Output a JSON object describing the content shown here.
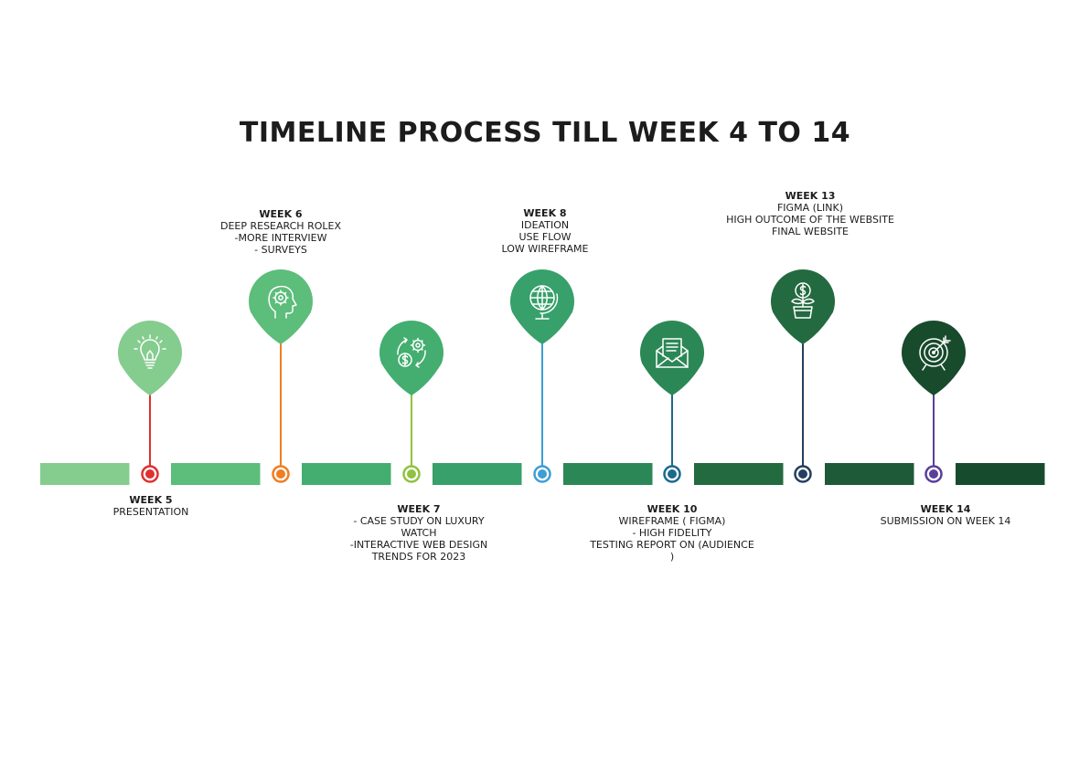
{
  "title": "TIMELINE PROCESS TILL WEEK 4 TO 14",
  "colors": {
    "segments": [
      "#85cc8f",
      "#5dbd7b",
      "#43ae6f",
      "#37a06b",
      "#2c8756",
      "#246a40",
      "#1e5a37",
      "#164c2d"
    ],
    "markers": [
      "#e03030",
      "#ef7d21",
      "#8fc240",
      "#3d9fd3",
      "#1b6a8c",
      "#243f5f",
      "#5a3f9a"
    ],
    "pins": [
      "#85cc8f",
      "#5dbd7b",
      "#43ae6f",
      "#37a06b",
      "#2c8756",
      "#246a40",
      "#184a2c"
    ]
  },
  "milestones": [
    {
      "week": "WEEK 5",
      "lines": [
        "PRESENTATION"
      ],
      "position": "below",
      "icon": "lightbulb-icon"
    },
    {
      "week": "WEEK 6",
      "lines": [
        "DEEP RESEARCH ROLEX",
        "-MORE INTERVIEW",
        "- SURVEYS"
      ],
      "position": "above",
      "icon": "head-gear-icon"
    },
    {
      "week": "WEEK 7",
      "lines": [
        "- CASE STUDY ON LUXURY",
        "WATCH",
        "-INTERACTIVE WEB DESIGN",
        "TRENDS FOR 2023"
      ],
      "position": "below",
      "icon": "gear-dollar-cycle-icon"
    },
    {
      "week": "WEEK 8",
      "lines": [
        "IDEATION",
        "USE FLOW",
        "LOW WIREFRAME"
      ],
      "position": "above",
      "icon": "globe-icon"
    },
    {
      "week": "WEEK 10",
      "lines": [
        "WIREFRAME ( FIGMA)",
        "- HIGH FIDELITY",
        "TESTING REPORT ON (AUDIENCE",
        ")"
      ],
      "position": "below",
      "icon": "envelope-icon"
    },
    {
      "week": "WEEK 13",
      "lines": [
        "FIGMA (LINK)",
        "HIGH OUTCOME OF THE WEBSITE",
        "FINAL WEBSITE"
      ],
      "position": "above",
      "icon": "money-plant-icon"
    },
    {
      "week": "WEEK 14",
      "lines": [
        "SUBMISSION ON WEEK 14"
      ],
      "position": "below",
      "icon": "target-icon"
    }
  ]
}
